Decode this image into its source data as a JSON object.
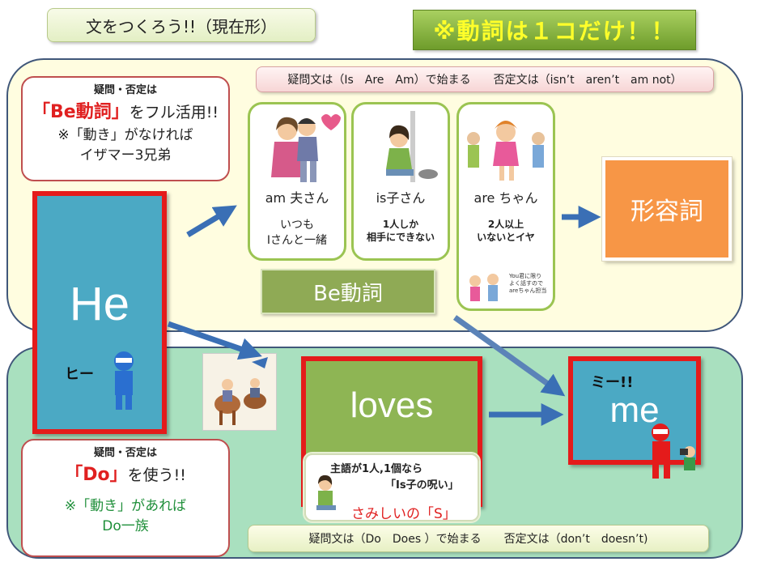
{
  "title_tag": "文をつくろう!!（現在形）",
  "rule_tag": "※動詞は１コだけ！！",
  "be_note": {
    "line1": "疑問・否定は",
    "red": "「Be動詞」",
    "after": "をフル活用!!",
    "line3": "※「動き」がなければ",
    "line4": "イザマー3兄弟"
  },
  "do_note": {
    "line1": "疑問・否定は",
    "red": "「Do」",
    "after": "を使う!!",
    "line3": "※「動き」があれば",
    "line4": "Do一族"
  },
  "he": {
    "word": "He",
    "call": "ヒー"
  },
  "be_bar": "疑問文は（Is　Are　Am）で始まる　　否定文は（isn’t　aren’t　am not）",
  "do_bar": "疑問文は（Do　Does ）で始まる　　否定文は（don’t　doesn’t)",
  "cards": {
    "am": {
      "name": "am 夫さん",
      "note1": "いつも",
      "note2": "Iさんと一緒"
    },
    "is": {
      "name": "is子さん",
      "note1": "1人しか",
      "note2": "相手にできない"
    },
    "are": {
      "name": "are ちゃん",
      "note1": "2人以上",
      "note2": "いないとイヤ",
      "mini1": "You君に限り",
      "mini2": "よく話すので",
      "mini3": "areちゃん担当"
    }
  },
  "be_label": "Be動詞",
  "adjective": "形容詞",
  "loves": "loves",
  "me": {
    "word": "me",
    "call": "ミー!!"
  },
  "s_note": {
    "line1": "主語が1人,1個なら",
    "line2": "「Is子の呪い」",
    "line3": "さみしいの「S」"
  },
  "colors": {
    "arrow": "#3a6fb5",
    "highlight_red": "#e41b1b",
    "panel_top": "#fffde0",
    "panel_bottom": "#a9e0bf"
  }
}
